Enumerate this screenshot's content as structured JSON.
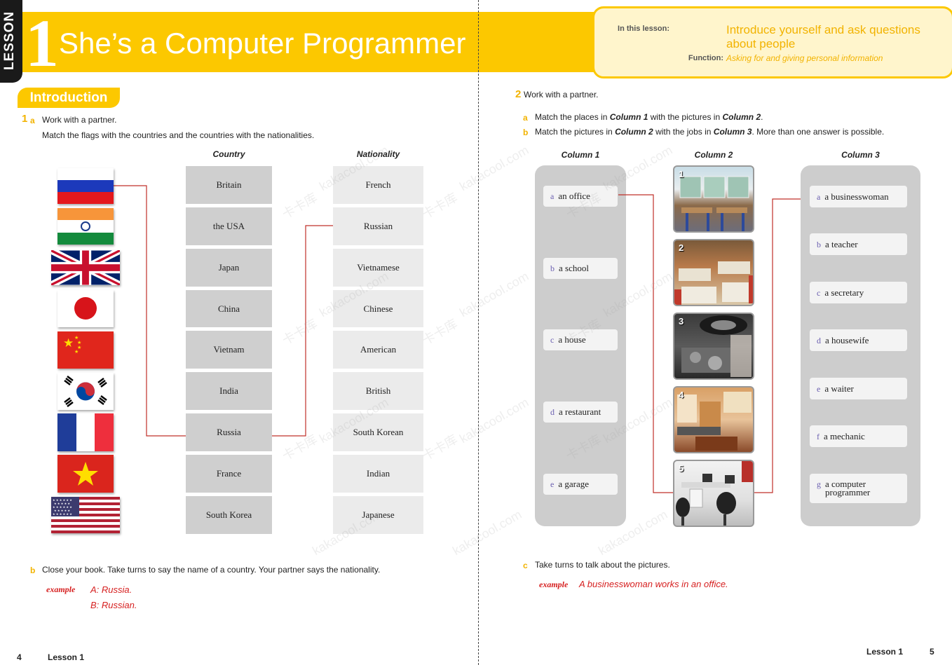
{
  "header": {
    "lesson_tab": "LESSON",
    "lesson_number": "1",
    "title": "She’s a Computer Programmer",
    "in_this_lesson_label": "In this lesson:",
    "in_this_lesson_text_1": "Introduce yourself and ask questions",
    "in_this_lesson_text_2": "about people",
    "function_label": "Function:",
    "function_text": "Asking for and giving personal information"
  },
  "left_page": {
    "section_title": "Introduction",
    "ex1": {
      "number": "1",
      "letter_a": "a",
      "instruction_a1": "Work with a partner.",
      "instruction_a2": "Match the flags with the countries and the countries with the nationalities.",
      "col_country": "Country",
      "col_nationality": "Nationality",
      "flags": [
        "russia-flag",
        "india-flag",
        "uk-flag",
        "japan-flag",
        "china-flag",
        "south-korea-flag",
        "france-flag",
        "vietnam-flag",
        "usa-flag"
      ],
      "countries": [
        "Britain",
        "the USA",
        "Japan",
        "China",
        "Vietnam",
        "India",
        "Russia",
        "France",
        "South Korea"
      ],
      "nationalities": [
        "French",
        "Russian",
        "Vietnamese",
        "Chinese",
        "American",
        "British",
        "South Korean",
        "Indian",
        "Japanese"
      ],
      "letter_b": "b",
      "instruction_b": "Close your book. Take turns to say the name of a country. Your partner says the nationality.",
      "example_label": "example",
      "example_a": "A: Russia.",
      "example_b": "B: Russian."
    },
    "footer_page": "4",
    "footer_lesson": "Lesson 1"
  },
  "right_page": {
    "ex2": {
      "number": "2",
      "instruction": "Work with a partner.",
      "letter_a": "a",
      "instr_a_1": "Match the places in ",
      "instr_a_col1": "Column 1",
      "instr_a_2": " with the pictures in ",
      "instr_a_col2": "Column 2",
      "instr_a_3": ".",
      "letter_b": "b",
      "instr_b_1": "Match the pictures in ",
      "instr_b_col2": "Column 2",
      "instr_b_2": " with the jobs in ",
      "instr_b_col3": "Column 3",
      "instr_b_3": ". More than one answer is possible.",
      "col1_title": "Column 1",
      "col2_title": "Column 2",
      "col3_title": "Column 3",
      "places": [
        {
          "letter": "a",
          "text": "an office"
        },
        {
          "letter": "b",
          "text": "a school"
        },
        {
          "letter": "c",
          "text": "a house"
        },
        {
          "letter": "d",
          "text": "a restaurant"
        },
        {
          "letter": "e",
          "text": "a garage"
        }
      ],
      "pictures": [
        "1",
        "2",
        "3",
        "4",
        "5"
      ],
      "jobs": [
        {
          "letter": "a",
          "text": "a businesswoman"
        },
        {
          "letter": "b",
          "text": "a teacher"
        },
        {
          "letter": "c",
          "text": "a secretary"
        },
        {
          "letter": "d",
          "text": "a housewife"
        },
        {
          "letter": "e",
          "text": "a waiter"
        },
        {
          "letter": "f",
          "text": "a mechanic"
        },
        {
          "letter": "g",
          "text": "a computer",
          "text2": "programmer"
        }
      ],
      "letter_c": "c",
      "instr_c": "Take turns to talk about the pictures.",
      "example_label": "example",
      "example_text": "A businesswoman works in an office."
    },
    "footer_lesson": "Lesson 1",
    "footer_page": "5"
  },
  "watermark": "kakacool.com",
  "watermark_cn": "卡卡库",
  "colors": {
    "accent_yellow": "#fcc800",
    "answer_red": "#d62020",
    "letter_purple": "#6b5fb0"
  }
}
